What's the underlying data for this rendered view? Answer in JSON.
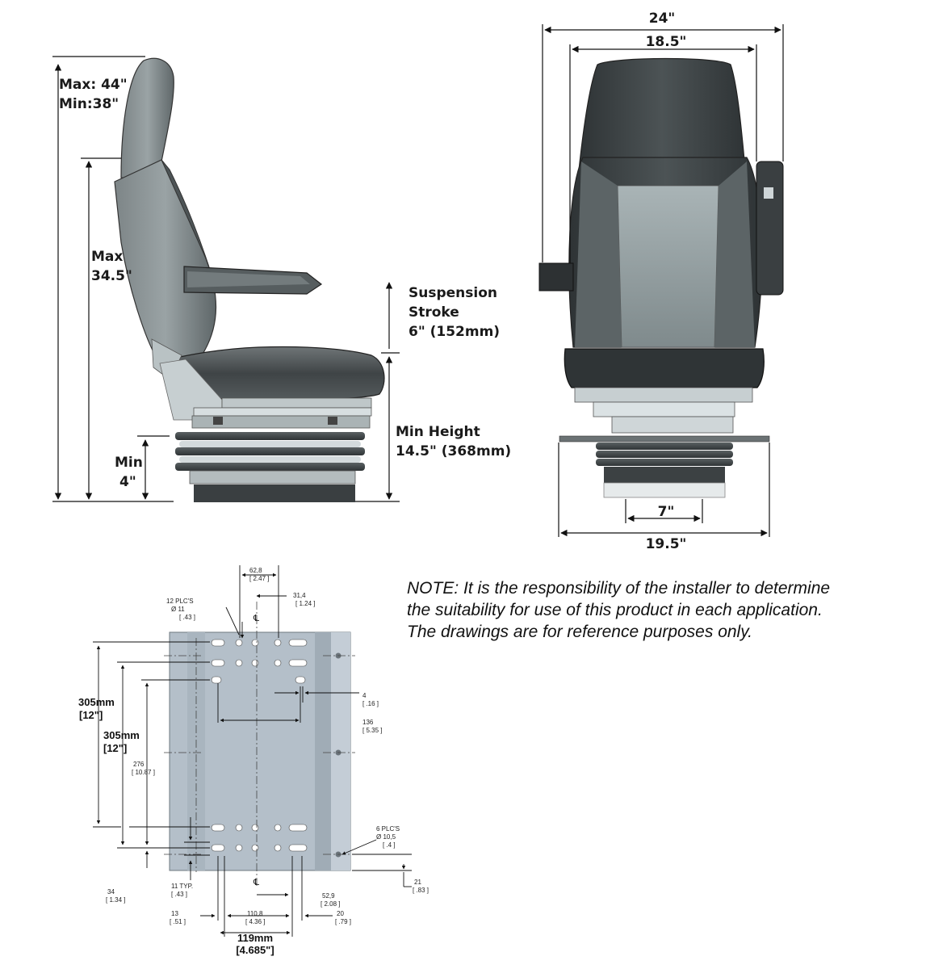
{
  "side_view": {
    "overall_height": "Max: 44\"",
    "overall_height_min": "Min:38\"",
    "back_height_label": "Max",
    "back_height_value": "34.5\"",
    "suspension_line1": "Suspension",
    "suspension_line2": "Stroke",
    "suspension_line3": "6\" (152mm)",
    "min_height_line1": "Min Height",
    "min_height_line2": "14.5\" (368mm)",
    "min_label": "Min",
    "min_value": "4\""
  },
  "front_view": {
    "outer_width": "24\"",
    "inner_width": "18.5\"",
    "base_width": "7\"",
    "bottom_width": "19.5\""
  },
  "note": {
    "line1": "NOTE: It is the responsibility of the installer to determine",
    "line2": "the suitability for use of this product in each application.",
    "line3": "The drawings are for reference purposes only."
  },
  "mount_plate": {
    "dim_62_8": "62,8",
    "dim_2_47": "[ 2.47 ]",
    "dim_31_4": "31,4",
    "dim_1_24": "[ 1.24 ]",
    "plc12_line1": "12 PLC'S",
    "plc12_line2": "Ø 11",
    "plc12_line3": "[ .43 ]",
    "centerline_symbol": "℄",
    "dim_4": "4",
    "dim_16": "[ .16 ]",
    "dim_136": "136",
    "dim_5_35": "[ 5.35 ]",
    "left_305_a_mm": "305mm",
    "left_305_a_in": "[12\"]",
    "left_305_b_mm": "305mm",
    "left_305_b_in": "[12\"]",
    "dim_276": "276",
    "dim_10_87": "[ 10.87 ]",
    "plc6_line1": "6 PLC'S",
    "plc6_line2": "Ø 10,5",
    "plc6_line3": "[ .4 ]",
    "dim_21": "21",
    "dim_83": "[ .83 ]",
    "dim_34": "34",
    "dim_1_34": "[ 1.34 ]",
    "dim_11_typ": "11  TYP.",
    "dim_43": "[ .43 ]",
    "dim_52_9": "52,9",
    "dim_2_08": "[ 2.08 ]",
    "dim_13": "13",
    "dim_51": "[ .51 ]",
    "dim_110_8": "110,8",
    "dim_4_36": "[ 4.36 ]",
    "dim_20": "20",
    "dim_79": "[ .79 ]",
    "bottom_mm": "119mm",
    "bottom_in": "[4.685\"]"
  }
}
